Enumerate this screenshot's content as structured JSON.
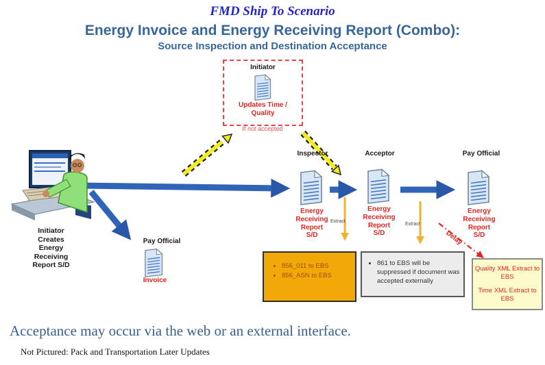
{
  "titles": {
    "scenario": "FMD Ship To Scenario",
    "main": "Energy Invoice and Energy Receiving Report (Combo):",
    "sub": "Source Inspection and Destination Acceptance"
  },
  "initiator_update_box": {
    "role": "Initiator",
    "action": "Updates Time /\nQuality",
    "condition": "If not accepted"
  },
  "person": {
    "caption": "Initiator\nCreates\nEnergy\nReceiving\nReport S/D"
  },
  "inspector": {
    "role": "Inspector",
    "doc": "Energy\nReceiving\nReport\nS/D"
  },
  "acceptor": {
    "role": "Acceptor",
    "doc": "Energy\nReceiving\nReport\nS/D"
  },
  "pay_official": {
    "role": "Pay Official",
    "doc": "Energy\nReceiving\nReport\nS/D"
  },
  "invoice_branch": {
    "role": "Pay Official",
    "doc": "Invoice"
  },
  "arrow_labels": {
    "extract1": "Extract",
    "extract2": "Extract",
    "delay": "Delay"
  },
  "boxes": {
    "orange": {
      "items": [
        "856_011 to EBS",
        "856_ASN to EBS"
      ]
    },
    "gray": {
      "items": [
        "861 to EBS will be suppressed if document was accepted externally"
      ]
    },
    "yellow": {
      "lines": [
        "Quality XML Extract to EBS",
        "Time XML Extract to EBS"
      ]
    }
  },
  "footer": {
    "note": "Acceptance may occur via the web or an external interface.",
    "not_pictured": "Not Pictured: Pack and Transportation Later Updates"
  },
  "colors": {
    "title_blue": "#2323cd",
    "header_blue": "#38669b",
    "red_text": "#e52520",
    "flow_arrow_blue": "#3064b8",
    "yellow_arrow": "#f2ee1b",
    "extract_gold": "#f2b02e",
    "orange_box_bg": "#f2a808",
    "gray_box_bg": "#ececec",
    "yellow_box_bg": "#fbfbcb",
    "doc_fill": "#d7e7f6"
  }
}
